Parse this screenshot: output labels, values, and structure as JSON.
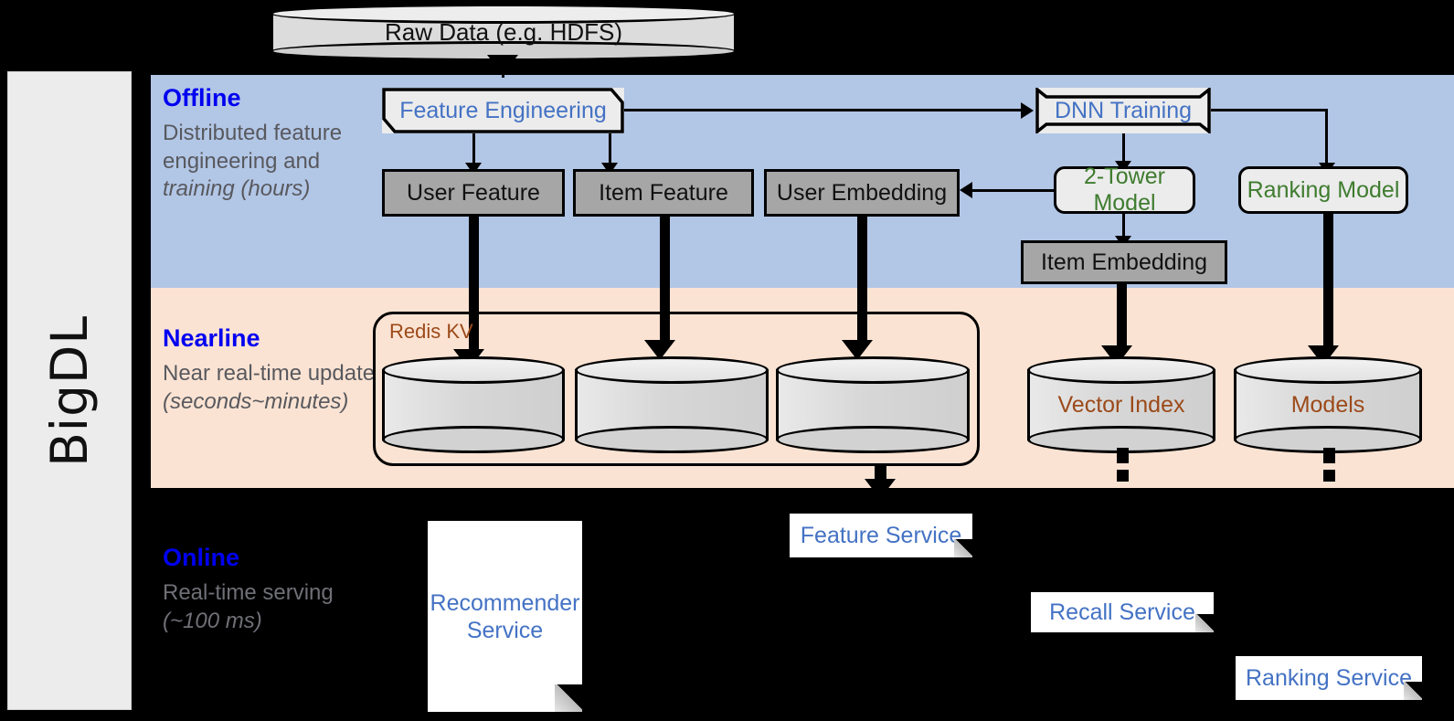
{
  "framework": {
    "name": "BigDL"
  },
  "source": {
    "raw_data_label": "Raw Data (e.g. HDFS)"
  },
  "bands": [
    {
      "id": "offline",
      "title": "Offline",
      "description": "Distributed feature engineering and ",
      "emphasis": "training (hours)",
      "bg_color": "#b2c6e6"
    },
    {
      "id": "nearline",
      "title": "Nearline",
      "description": "Near real-time update ",
      "emphasis": "(seconds~minutes)",
      "bg_color": "#fbe3d3"
    },
    {
      "id": "online",
      "title": "Online",
      "description": "Real-time serving ",
      "emphasis": "(~100 ms)",
      "bg_color": "#000000"
    }
  ],
  "offline": {
    "feature_engineering": "Feature Engineering",
    "dnn_training": "DNN Training",
    "user_feature": "User Feature",
    "item_feature": "Item Feature",
    "user_embedding": "User Embedding",
    "two_tower_model": "2-Tower Model",
    "ranking_model": "Ranking Model",
    "item_embedding": "Item Embedding"
  },
  "nearline": {
    "redis_kv": "Redis KV",
    "vector_index": "Vector Index",
    "models": "Models"
  },
  "online": {
    "recommender_service": "Recommender Service",
    "feature_service": "Feature Service",
    "recall_service": "Recall Service",
    "ranking_service": "Ranking Service"
  },
  "colors": {
    "band_title": "#0000f0",
    "band_desc": "#58595e",
    "blue_node_text": "#4472c4",
    "green_node_text": "#3f7c2f",
    "brown_node_text": "#9c4a1a",
    "grey_box_fill": "#a6a6a6",
    "light_box_fill": "#ececec"
  }
}
